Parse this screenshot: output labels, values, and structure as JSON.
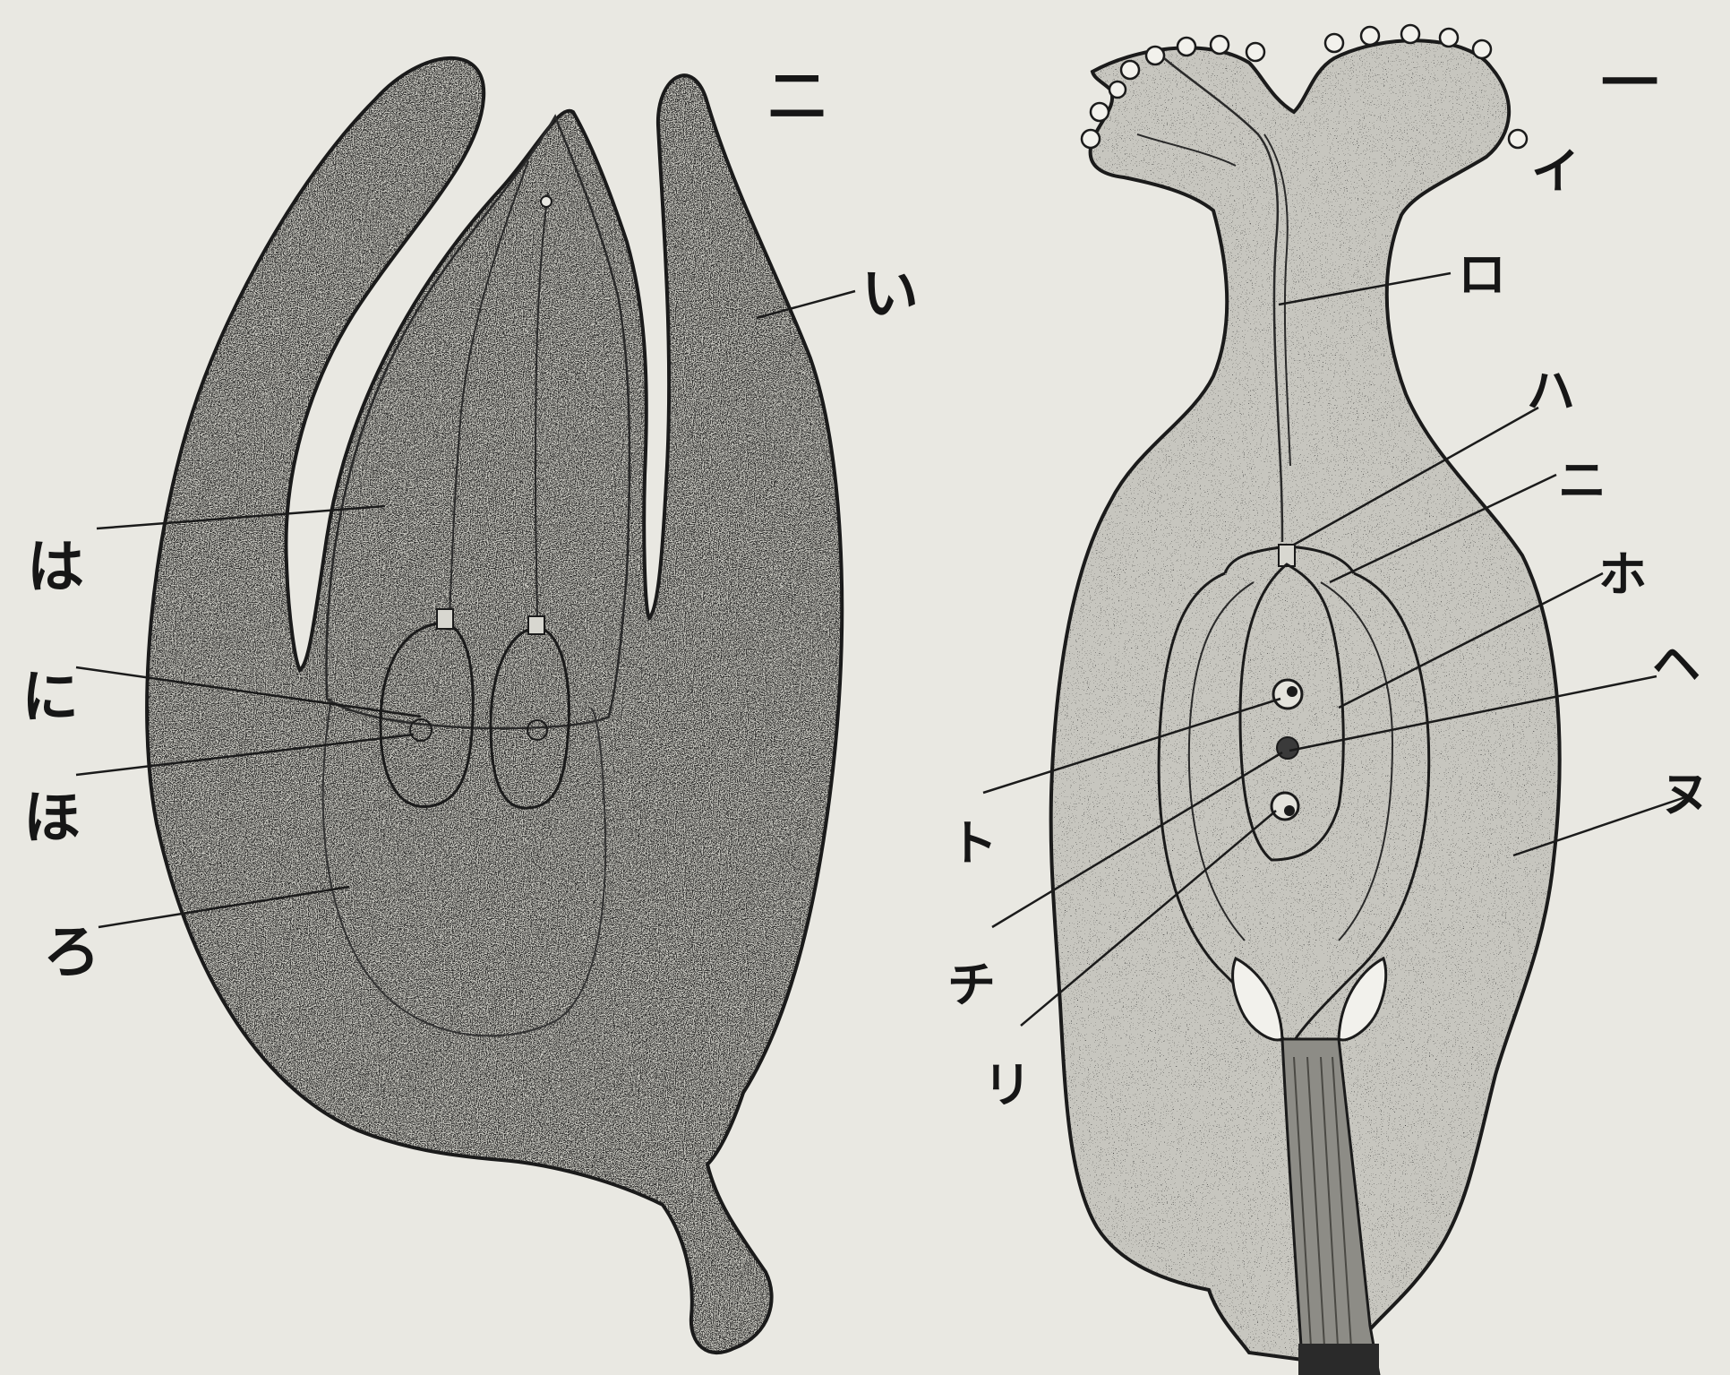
{
  "figures": [
    {
      "number": "二",
      "labels": {
        "i": "い",
        "ha": "は",
        "ni": "に",
        "ho": "ほ",
        "ro": "ろ"
      }
    },
    {
      "number": "一",
      "labels": {
        "i": "イ",
        "ro": "ロ",
        "ha": "ハ",
        "ni": "ニ",
        "ho": "ホ",
        "he": "ヘ",
        "nu": "ヌ",
        "to": "ト",
        "chi": "チ",
        "ri": "リ"
      }
    }
  ],
  "colors": {
    "paper": "#e9e8e2",
    "ink": "#161616"
  }
}
